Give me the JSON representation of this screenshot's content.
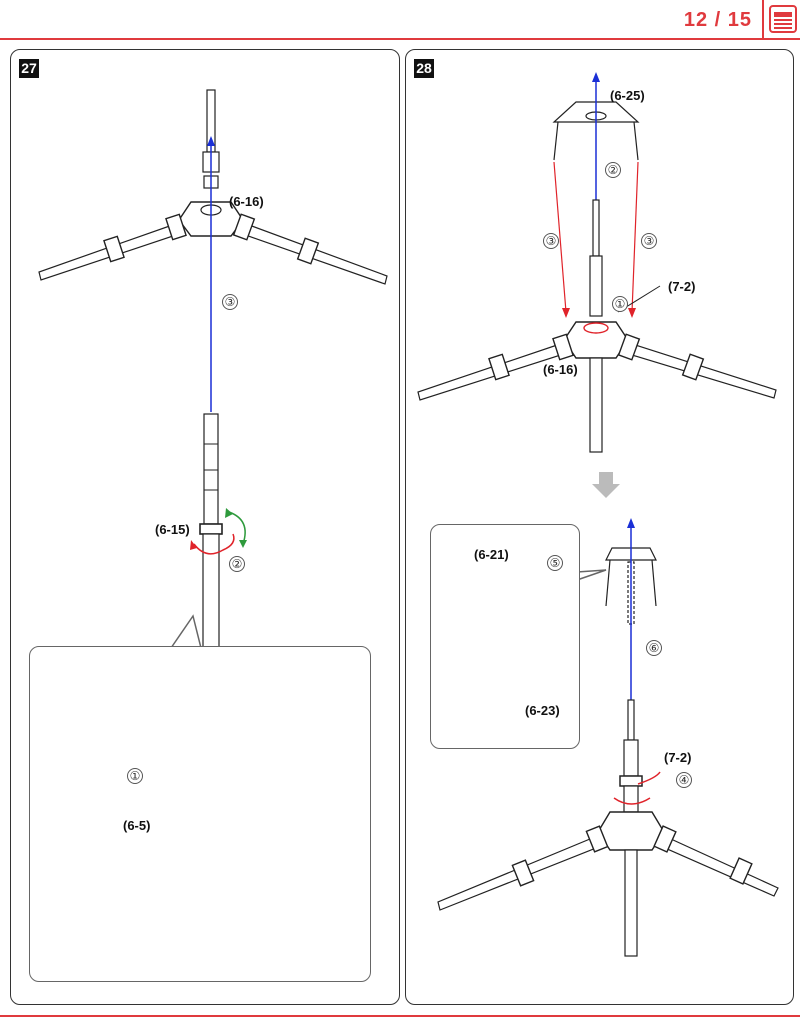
{
  "header": {
    "page_number": "12 / 15"
  },
  "colors": {
    "accent": "#e03a3e",
    "assembly_arrow": "#1a2fd6",
    "direction_arrow": "#e0232a",
    "rotate_arrow": "#2e9a3c"
  },
  "steps": [
    {
      "step_number": "27",
      "part_labels": {
        "hub": "(6-16)",
        "collar": "(6-15)",
        "tube": "(6-5)"
      },
      "order_markers": {
        "insert": "③",
        "rotate": "②",
        "inset_step": "①"
      }
    },
    {
      "step_number": "28",
      "part_labels": {
        "top_cap": "(6-25)",
        "clip": "(7-2)",
        "hub": "(6-16)",
        "cap_detail": "(6-21)",
        "ring": "(6-23)",
        "clip_lower": "(7-2)"
      },
      "order_markers": {
        "lower_cap": "②",
        "legs_left": "③",
        "legs_right": "③",
        "clip": "①",
        "detail": "⑤",
        "insert_cap": "⑥",
        "clip_lower": "④"
      }
    }
  ],
  "icons": {
    "book": "book-icon",
    "down_arrow": "down-arrow-icon"
  }
}
